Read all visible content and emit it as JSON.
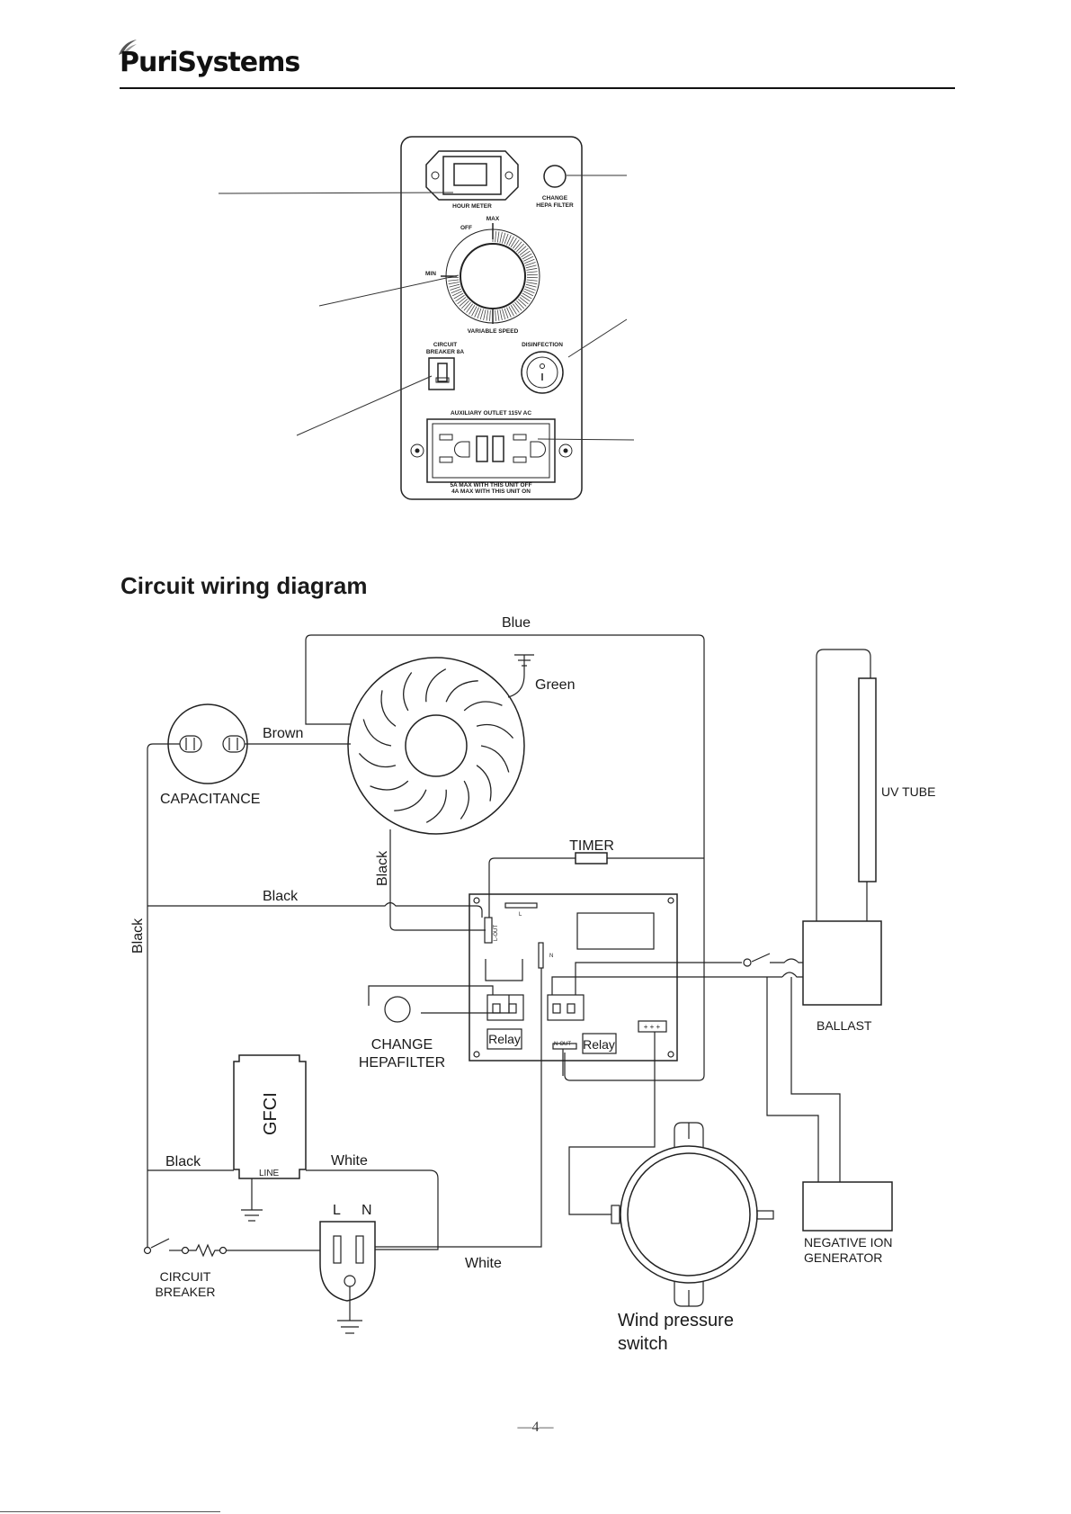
{
  "header": {
    "brand": "PuriSystems"
  },
  "control_panel": {
    "hour_meter": "HOUR METER",
    "change_hepa": [
      "CHANGE",
      "HEPA FILTER"
    ],
    "off": "OFF",
    "max": "MAX",
    "min": "MIN",
    "variable_speed": "VARIABLE SPEED",
    "circuit_breaker": [
      "CIRCUIT",
      "BREAKER 8A"
    ],
    "disinfection": "DISINFECTION",
    "aux_outlet": "AUXILIARY OUTLET 115V AC",
    "aux_note": [
      "5A MAX WITH THIS UNIT OFF",
      "4A MAX WITH THIS UNIT ON"
    ]
  },
  "section": {
    "title": "Circuit wiring diagram"
  },
  "wiring": {
    "blue": "Blue",
    "green": "Green",
    "brown": "Brown",
    "capacitance": "CAPACITANCE",
    "black_vertical": "Black",
    "black_left_vertical": "Black",
    "black_top": "Black",
    "black_bottom": "Black",
    "timer": "TIMER",
    "uv_tube": "UV TUBE",
    "ballast": "BALLAST",
    "change_hepafilter": [
      "CHANGE",
      "HEPAFILTER"
    ],
    "relay_1": "Relay",
    "relay_2": "Relay",
    "l_out": "L-OUT",
    "n_out": "N-OUT",
    "pin_l": "L",
    "pin_n": "N",
    "connector": "+ + +",
    "gfci": "GFCI",
    "line": "LINE",
    "white_top": "White",
    "white_bottom": "White",
    "plug_l": "L",
    "plug_n": "N",
    "circuit_breaker": [
      "CIRCUIT",
      "BREAKER"
    ],
    "negative_ion": [
      "NEGATIVE ION",
      "GENERATOR"
    ],
    "wind_pressure": [
      "Wind pressure",
      "switch"
    ]
  },
  "footer": {
    "page_number": "—4—"
  }
}
